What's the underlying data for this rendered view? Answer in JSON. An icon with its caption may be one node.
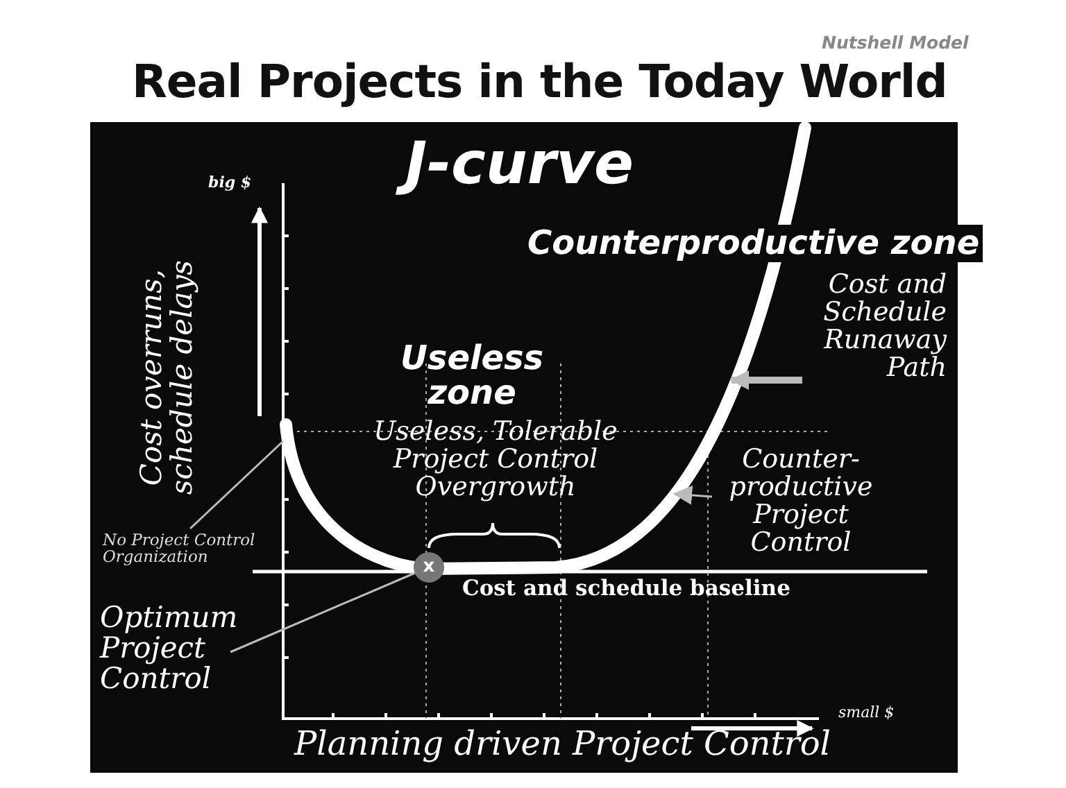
{
  "diagram": {
    "title": "Real Projects in the Today World",
    "nodes": [
      {
        "text": [
          "No Project Control Organization"
        ]
      },
      {
        "text": [
          "Optimum Project Control"
        ]
      },
      {
        "text": [
          "x"
        ]
      },
      {
        "text": [
          "Cost and Schedule Runaway Path"
        ]
      },
      {
        "text": [
          "Counter-productive Project Control"
        ]
      },
      {
        "text": [],
        "shape": "curve"
      }
    ],
    "edges": [
      {
        "from": 0,
        "to": 5,
        "arrow": "none"
      },
      {
        "from": 1,
        "to": 2,
        "arrow": "none"
      },
      {
        "from": 3,
        "to": 5,
        "arrow": "to",
        "style": "thick"
      },
      {
        "from": 4,
        "to": 5,
        "arrow": "to"
      }
    ],
    "labels": [
      "Nutshell Model",
      "J-curve",
      "big $",
      "Cost overruns, schedule delays",
      "Counterproductive zone",
      "Useless zone",
      "Useless, Tolerable Project Control Overgrowth",
      "Cost and schedule baseline",
      "small $",
      "Planning driven Project Control"
    ]
  }
}
